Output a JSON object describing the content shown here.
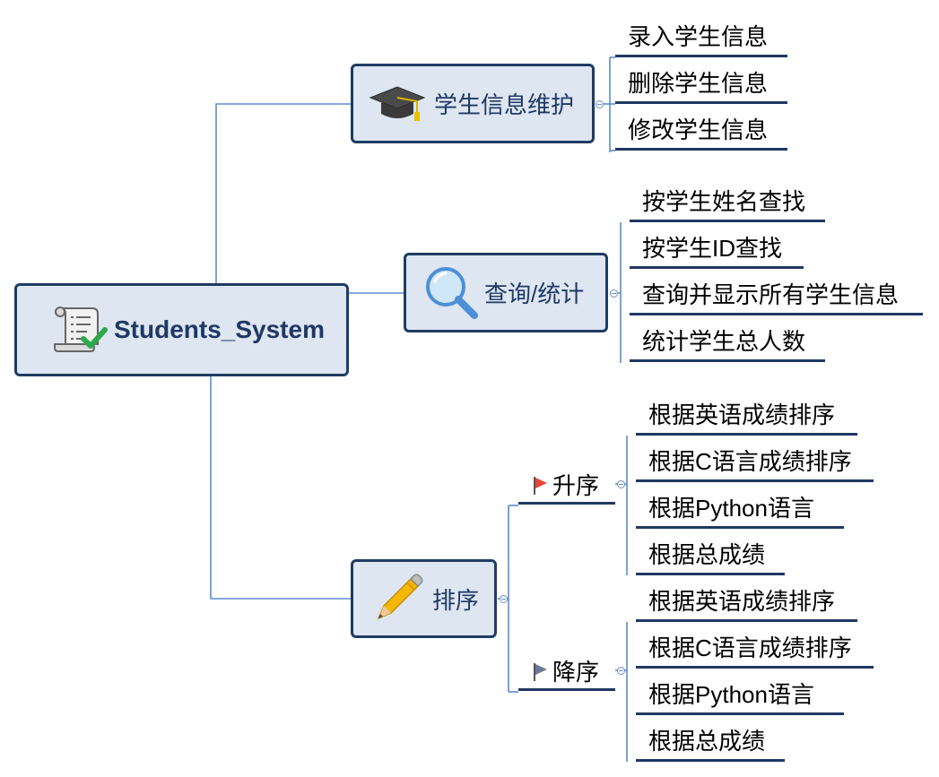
{
  "root": {
    "label": "Students_System",
    "icon": "checklist-scroll-icon"
  },
  "branches": [
    {
      "label": "学生信息维护",
      "icon": "graduation-cap-icon",
      "items": [
        "录入学生信息",
        "删除学生信息",
        "修改学生信息"
      ]
    },
    {
      "label": "查询/统计",
      "icon": "magnifier-icon",
      "items": [
        "按学生姓名查找",
        "按学生ID查找",
        "查询并显示所有学生信息",
        "统计学生总人数"
      ]
    },
    {
      "label": "排序",
      "icon": "pencil-icon",
      "subgroups": [
        {
          "label": "升序",
          "flag_icon": "red-flag-icon",
          "flag_color": "#e8443a",
          "items": [
            "根据英语成绩排序",
            "根据C语言成绩排序",
            "根据Python语言",
            "根据总成绩"
          ]
        },
        {
          "label": "降序",
          "flag_icon": "gray-flag-icon",
          "flag_color": "#6b7a99",
          "items": [
            "根据英语成绩排序",
            "根据C语言成绩排序",
            "根据Python语言",
            "根据总成绩"
          ]
        }
      ]
    }
  ],
  "colors": {
    "line": "#4f81c7",
    "node_fill": "#dde6f1",
    "node_border": "#1f3c63",
    "text_dark": "#1f3864"
  }
}
